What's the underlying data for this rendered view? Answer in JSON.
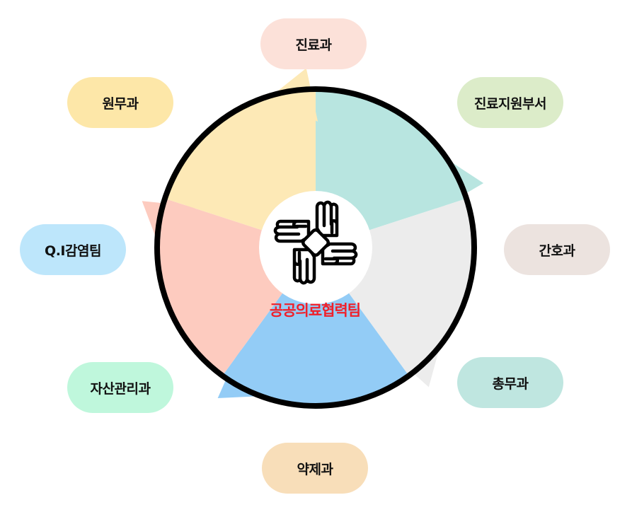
{
  "center": {
    "title": "공공의료협력팀",
    "icon": "four-hands-teamwork-icon",
    "title_color": "#f0202a"
  },
  "departments": [
    {
      "id": "clinical",
      "label": "진료과",
      "color": "#fce1d9"
    },
    {
      "id": "clinical-support",
      "label": "진료지원부서",
      "color": "#dcecc9"
    },
    {
      "id": "nursing",
      "label": "간호과",
      "color": "#ece3df"
    },
    {
      "id": "general-affairs",
      "label": "총무과",
      "color": "#bfe6e0"
    },
    {
      "id": "pharmacy",
      "label": "약제과",
      "color": "#f8deb9"
    },
    {
      "id": "asset-management",
      "label": "자산관리과",
      "color": "#bff7dc"
    },
    {
      "id": "qi-infection",
      "label": "Q.I감염팀",
      "color": "#bde6fb"
    },
    {
      "id": "admin",
      "label": "원무과",
      "color": "#fde7a8"
    }
  ],
  "wheel": {
    "ring_color": "#000000",
    "segment_colors": [
      "#b8e5e0",
      "#ececec",
      "#93ccf6",
      "#fdcbbf",
      "#fde9b6"
    ]
  }
}
